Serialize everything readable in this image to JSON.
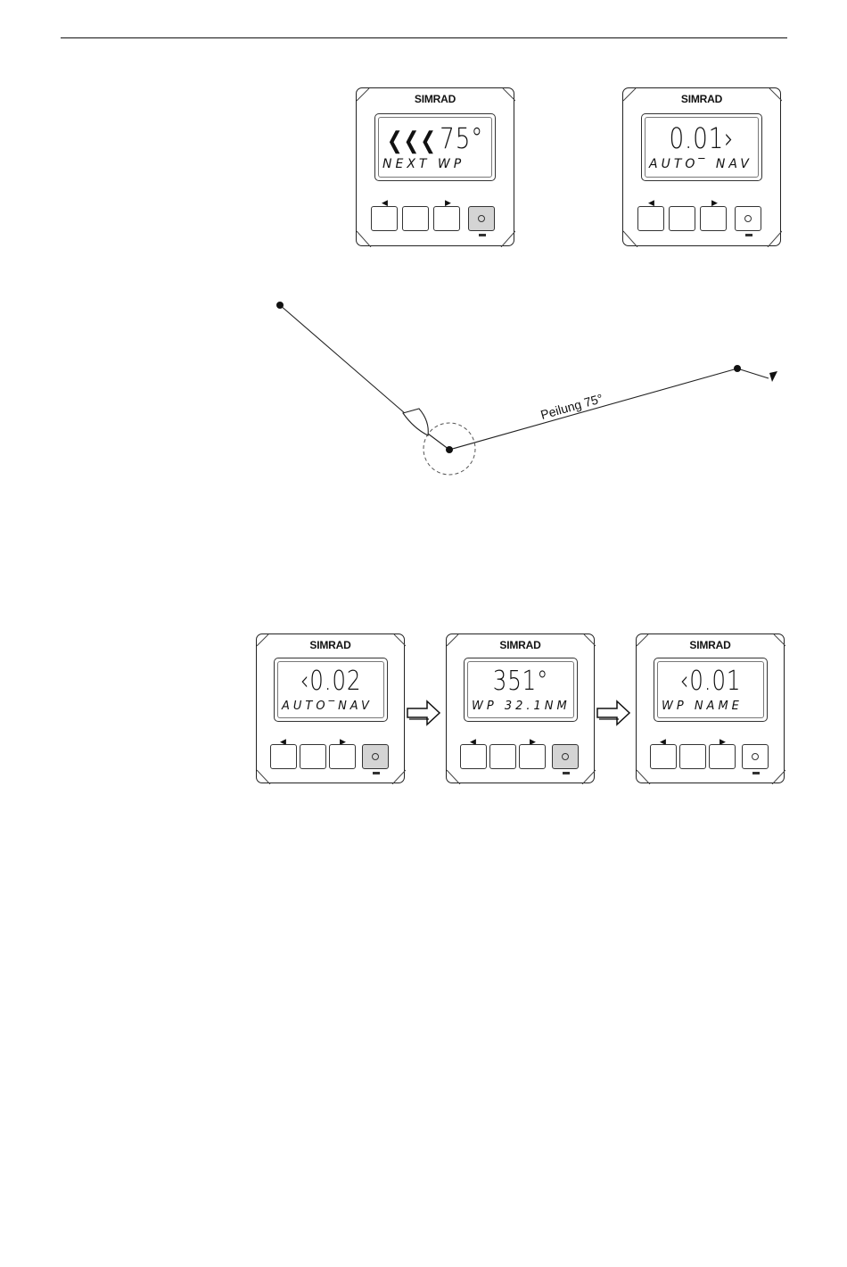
{
  "header": {
    "rule": ""
  },
  "top_units": [
    {
      "brand": "SIMRAD",
      "arrow": "❮❮❮",
      "line1": "75°",
      "line2": "NEXT WP",
      "key4_gray": true
    },
    {
      "brand": "SIMRAD",
      "arrow": "",
      "line1": "0.01›",
      "line2": "AUTO‾ NAV",
      "key4_gray": false
    }
  ],
  "route": {
    "bearing_label": "Peilung 75°"
  },
  "bottom_units": [
    {
      "brand": "SIMRAD",
      "line1": "‹0.02",
      "line2": "AUTO‾NAV",
      "key4_gray": true
    },
    {
      "brand": "SIMRAD",
      "line1": "351°",
      "line2": "WP 32.1NM",
      "key4_gray": true
    },
    {
      "brand": "SIMRAD",
      "line1": "‹0.01",
      "line2": "WP NAME",
      "key4_gray": false
    }
  ],
  "colors": {
    "line": "#222222",
    "key_gray": "#d4d4d4"
  }
}
